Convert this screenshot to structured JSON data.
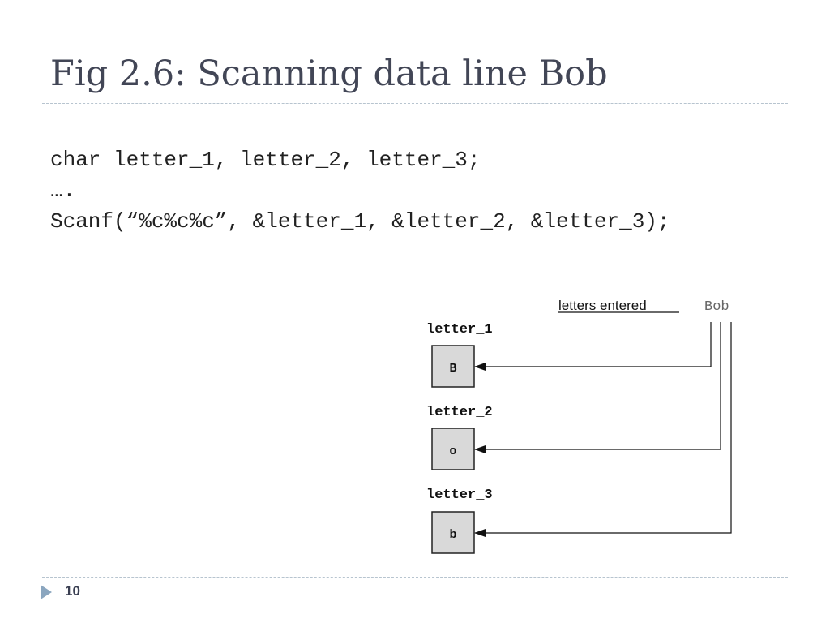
{
  "slide": {
    "title": "Fig 2.6: Scanning data line Bob",
    "code_lines": [
      "char letter_1, letter_2, letter_3;",
      "….",
      "Scanf(“%c%c%c”, &letter_1, &letter_2, &letter_3);"
    ],
    "page_number": "10"
  },
  "diagram": {
    "header_label": "letters entered",
    "input_text": "Bob",
    "variables": [
      {
        "name": "letter_1",
        "value": "B"
      },
      {
        "name": "letter_2",
        "value": "o"
      },
      {
        "name": "letter_3",
        "value": "b"
      }
    ]
  },
  "colors": {
    "title": "#424656",
    "box_fill": "#d9d9d9",
    "accent": "#8ba6bf"
  }
}
